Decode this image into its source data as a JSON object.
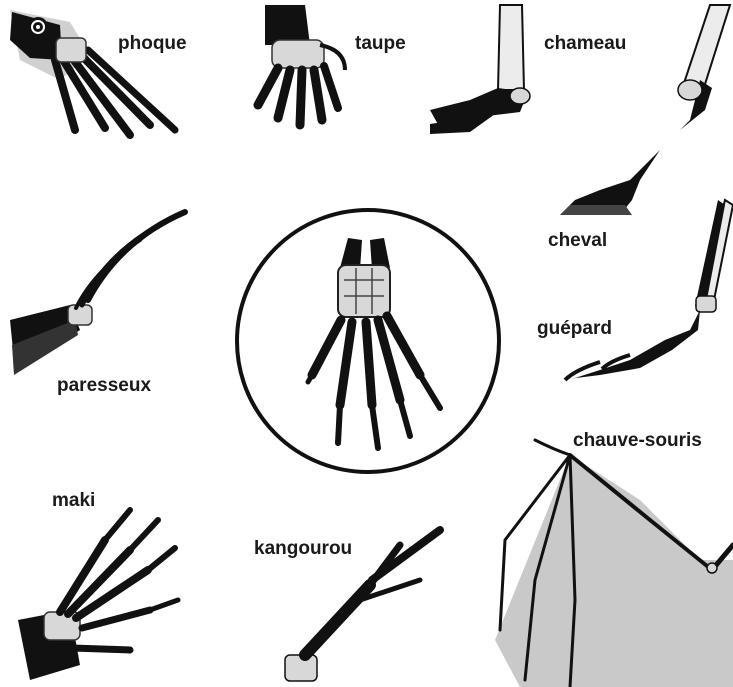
{
  "labels": {
    "phoque": "phoque",
    "taupe": "taupe",
    "chameau": "chameau",
    "cheval": "cheval",
    "guepard": "guépard",
    "paresseux": "paresseux",
    "maki": "maki",
    "kangourou": "kangourou",
    "chauve_souris": "chauve-souris"
  },
  "colors": {
    "bone": "#111111",
    "joint": "#d9d9d9",
    "shadow": "#cfcfcf",
    "wing": "#c9c9c9",
    "circle": "#111111"
  }
}
